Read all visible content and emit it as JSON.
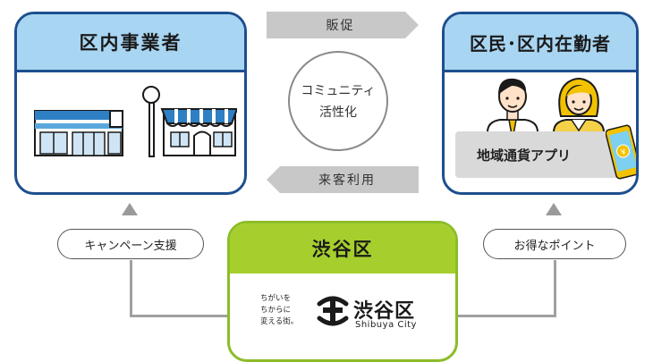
{
  "left_box": {
    "title": "区内事業者"
  },
  "right_box": {
    "title": "区民･区内在勤者",
    "app_label": "地域通貨アプリ",
    "coin_symbol": "¥"
  },
  "top_arrow": {
    "label": "販促"
  },
  "bottom_arrow": {
    "label": "来客利用"
  },
  "center_circle": {
    "line1": "コミュニティ",
    "line2": "活性化"
  },
  "left_pill": {
    "label": "キャンペーン支援"
  },
  "right_pill": {
    "label": "お得なポイント"
  },
  "shibuya_box": {
    "title": "渋谷区",
    "logo_tagline": [
      "ちがいを",
      "ちからに",
      "変える街。"
    ],
    "logo_name": "渋谷区",
    "logo_name_en": "Shibuya City"
  },
  "colors": {
    "navy_border": "#1d4f8f",
    "light_blue": "#a8d5f2",
    "lime": "#a6cf2e",
    "gray_arrow": "#c8c8c8"
  }
}
